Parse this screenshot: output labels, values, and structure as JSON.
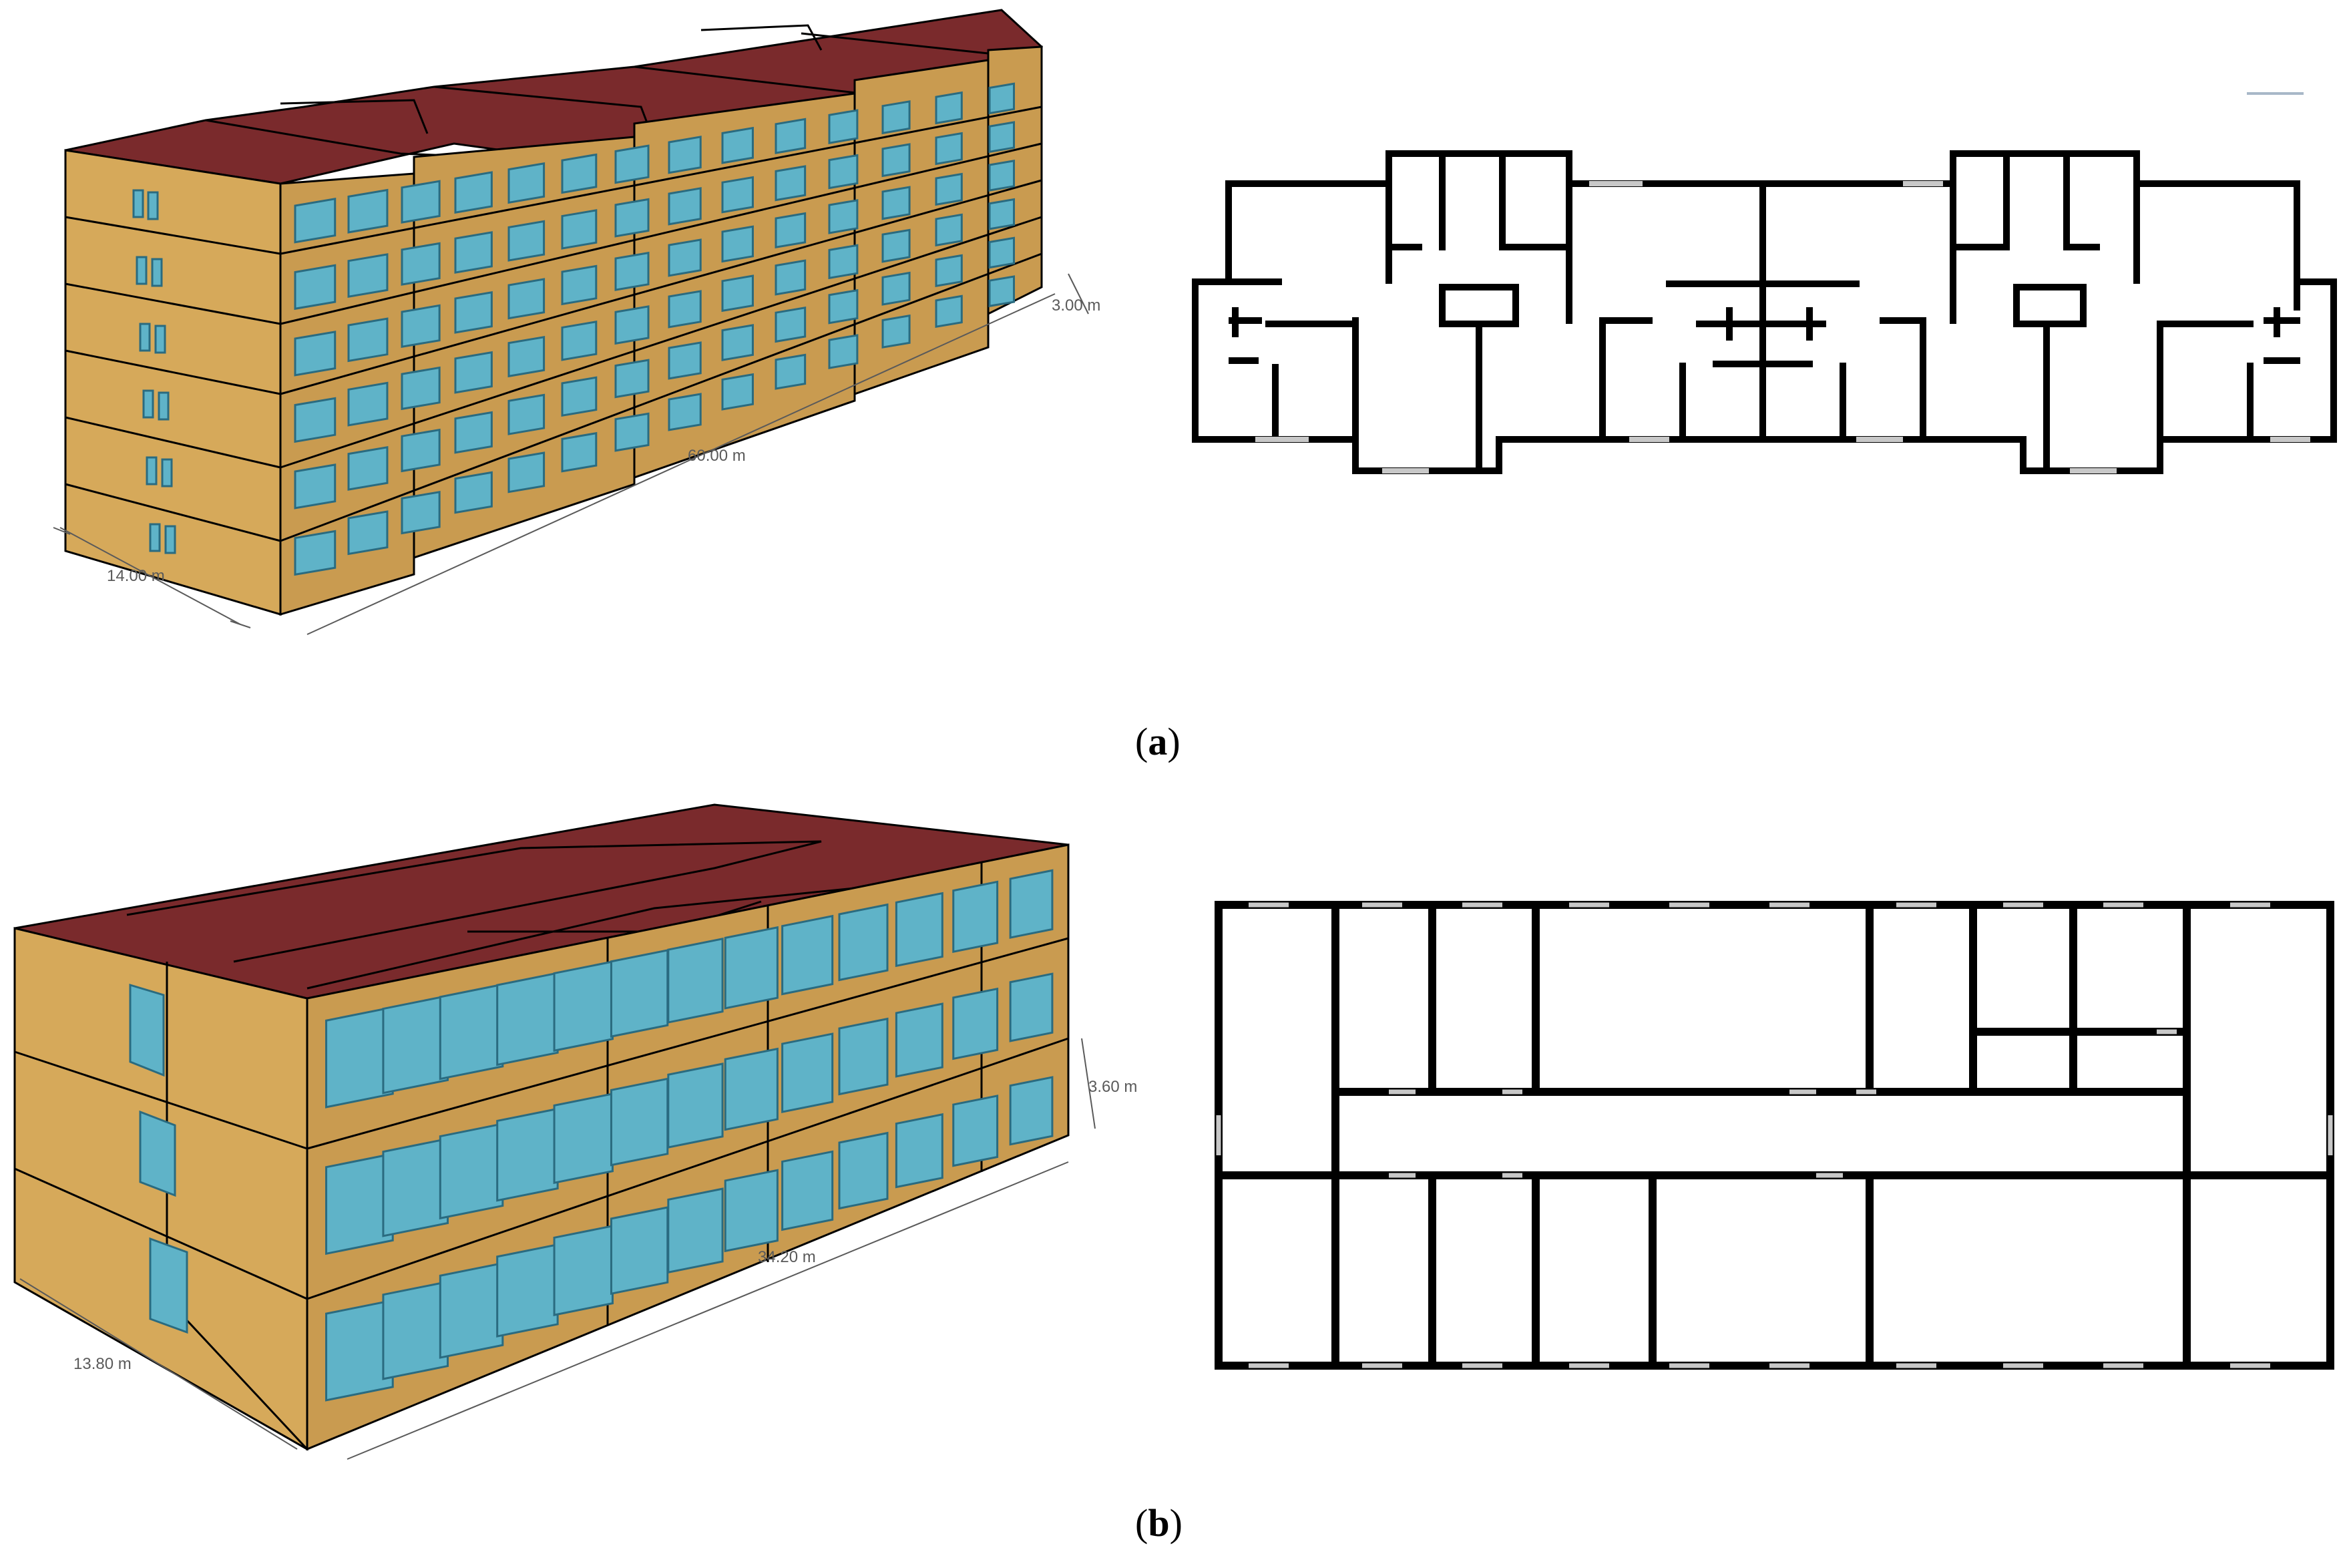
{
  "panels": [
    {
      "id": "a",
      "caption_letter": "a",
      "dimensions": {
        "width": "14.00 m",
        "length": "60.00 m",
        "floor_height": "3.00 m"
      }
    },
    {
      "id": "b",
      "caption_letter": "b",
      "dimensions": {
        "width": "13.80 m",
        "length": "34.20 m",
        "floor_height": "3.60 m"
      }
    }
  ],
  "colors": {
    "wall_front": "#d6a95a",
    "wall_side": "#c79a4e",
    "roof": "#7a2a2c",
    "window": "#5fb3c8",
    "window_frame": "#2a6b80",
    "plan_wall": "#000000",
    "plan_window": "#c8c8c8"
  }
}
